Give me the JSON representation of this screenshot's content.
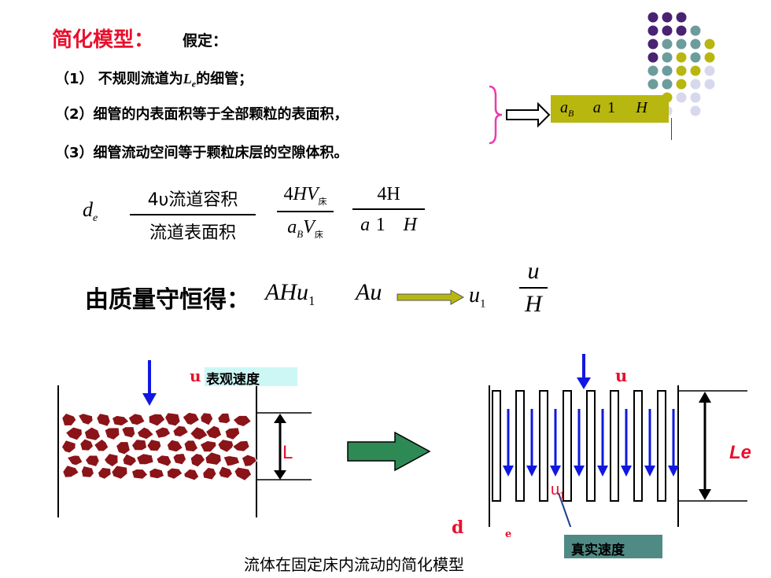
{
  "title": "简化模型：",
  "assume": "假定：",
  "items": [
    {
      "prefix": "（1） 不规则流道为",
      "var": "L",
      "sub": "e",
      "suffix": "的细管；"
    },
    {
      "text": "（2）细管的内表面积等于全部颗粒的表面积，"
    },
    {
      "text": "（3）细管流动空间等于颗粒床层的空隙体积。"
    }
  ],
  "highlight": {
    "aB": "a",
    "aB_sub": "B",
    "a": "a",
    "one": "1",
    "H": "H"
  },
  "formula1": {
    "lhs": "d",
    "lhs_sub": "e",
    "f1_num": "4υ流道容积",
    "f1_den": "流道表面积",
    "f2_num_a": "4",
    "f2_num_b": "HV",
    "f2_num_sub": "床",
    "f2_den_a": "a",
    "f2_den_sub1": "B",
    "f2_den_b": "V",
    "f2_den_sub2": "床",
    "f3_num": "4H",
    "f3_den_a": "a",
    "f3_den_one": "1",
    "f3_den_h": "H"
  },
  "formula2": {
    "label": "由质量守恒得：",
    "t1": "AHu",
    "t1_sub": "1",
    "t2": "Au",
    "u1": "u",
    "u1_sub": "1",
    "frac_num": "u",
    "frac_den": "H"
  },
  "left_diagram": {
    "u": "u",
    "label": "表观速度",
    "L": "L"
  },
  "right_diagram": {
    "u": "u",
    "Le": "Le",
    "u1": "u",
    "u1_sub": "1",
    "d": "d",
    "e": "e",
    "label": "真实速度"
  },
  "caption": "流体在固定床内流动的简化模型",
  "colors": {
    "red": "#e8102d",
    "olive": "#b8b70f",
    "purple": "#4a2272",
    "teal": "#6c9c9c",
    "lavender": "#d8d8ec",
    "particle": "#8a1418",
    "blue": "#1018e0",
    "arrow_green": "#2e8a55"
  }
}
